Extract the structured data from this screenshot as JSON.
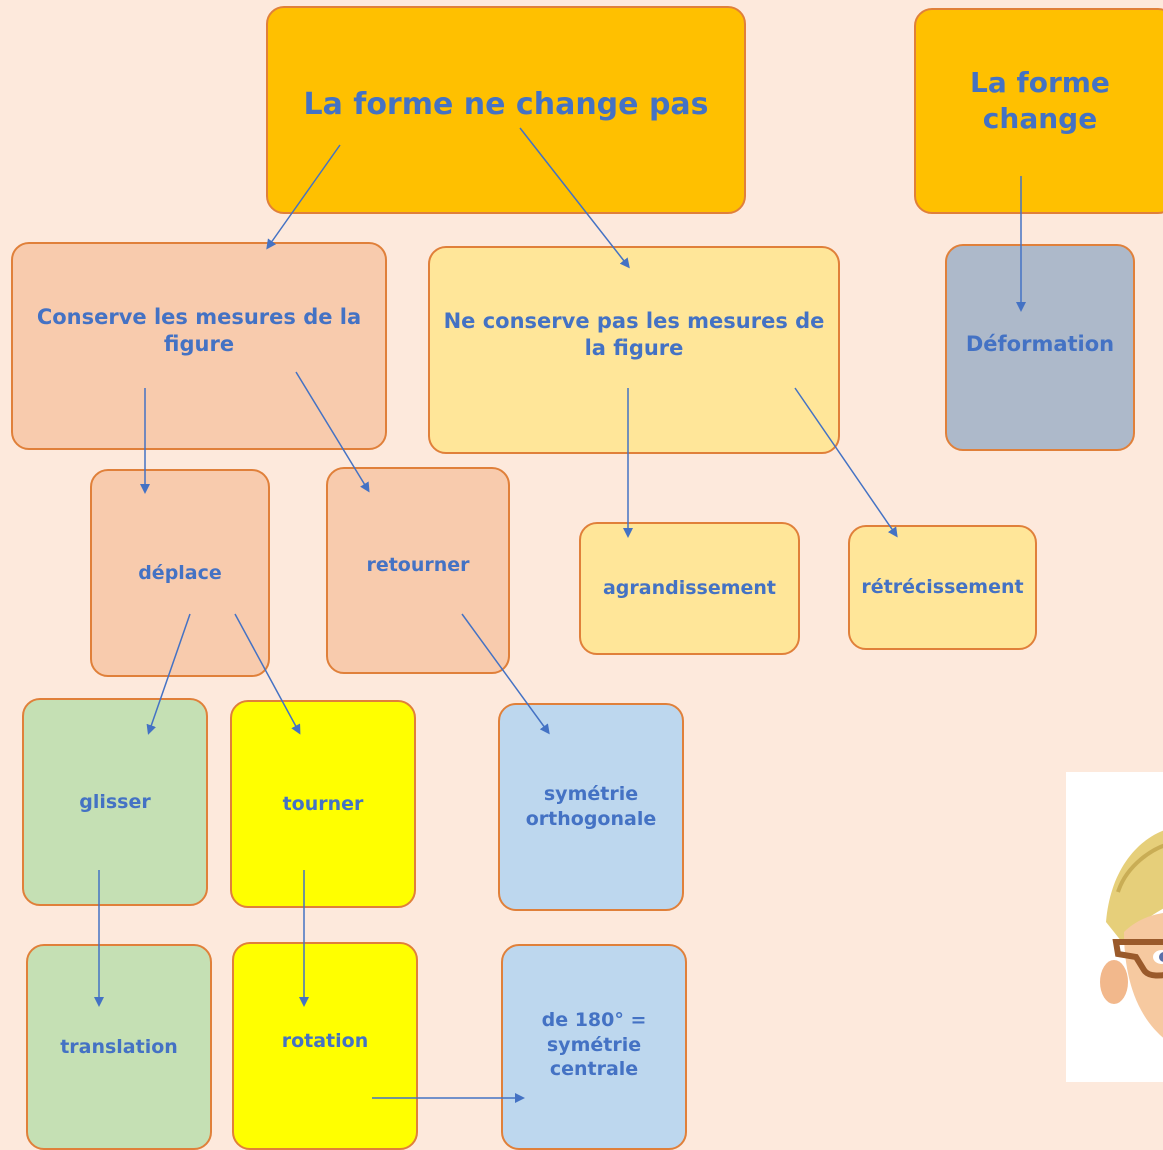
{
  "nodes": {
    "main": "La forme ne change pas",
    "change": "La forme change",
    "keep": "Conserve les mesures de la figure",
    "nokeep": "Ne conserve pas les mesures de la figure",
    "deform": "Déformation",
    "deplace": "déplace",
    "retourner": "retourner",
    "agrandissement": "agrandissement",
    "retrecissement": "rétrécissement",
    "glisser": "glisser",
    "tourner": "tourner",
    "symortho": "symétrie orthogonale",
    "translation": "translation",
    "rotation": "rotation",
    "symcentrale": "de 180° = symétrie centrale"
  },
  "colors": {
    "orange": "#ffc000",
    "salmon": "#f8cbad",
    "pale_yellow": "#ffe699",
    "grey_blue": "#adb9ca",
    "green": "#c5e0b4",
    "yellow": "#ffff00",
    "light_blue": "#bdd7ee",
    "text": "#4472c4",
    "arrow": "#4472c4",
    "border": "#e0803a",
    "background": "#fde9dc"
  },
  "avatar": {
    "icon": "memoji-avatar"
  }
}
